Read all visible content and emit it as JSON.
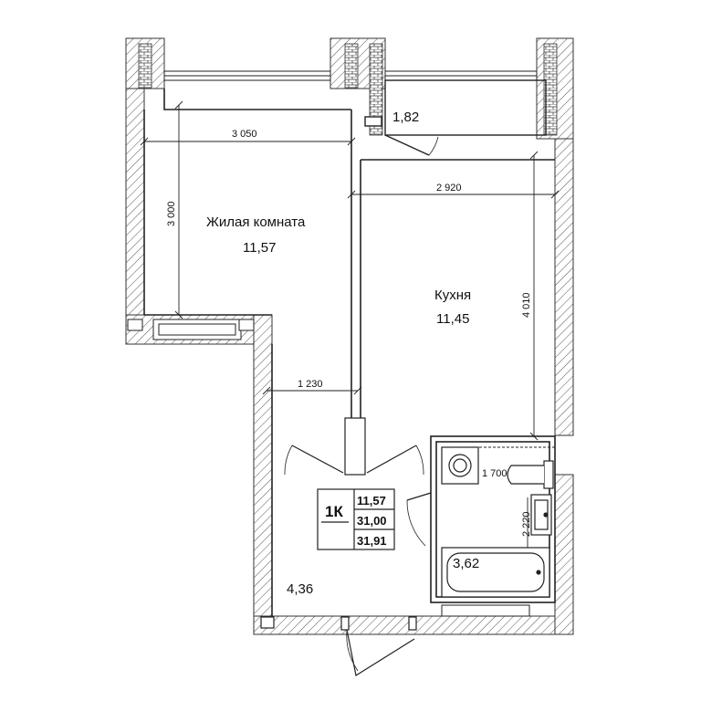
{
  "rooms": {
    "living": {
      "name": "Жилая комната",
      "area": "11,57"
    },
    "kitchen": {
      "name": "Кухня",
      "area": "11,45"
    },
    "balcony": {
      "area": "1,82"
    },
    "hall": {
      "area": "4,36"
    },
    "bath": {
      "area": "3,62"
    }
  },
  "dimensions": {
    "living_width": "3 050",
    "living_depth": "3 000",
    "kitchen_width": "2 920",
    "kitchen_depth": "4 010",
    "hall_width": "1 230",
    "bath_width": "1 700",
    "bath_depth": "2 220"
  },
  "summary": {
    "type": "1К",
    "living_area": "11,57",
    "total_area": "31,00",
    "total_area_with_balcony": "31,91"
  }
}
